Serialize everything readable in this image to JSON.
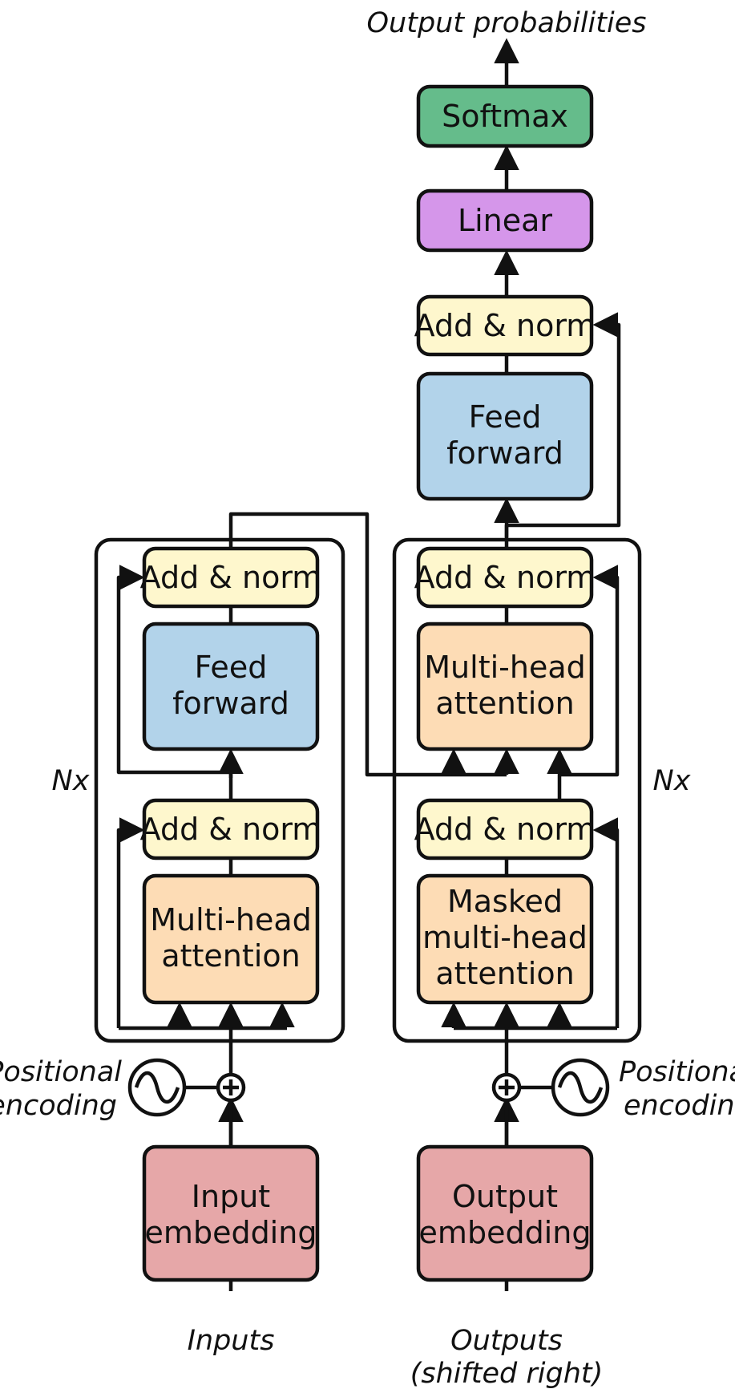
{
  "labels": {
    "output_probabilities": "Output probabilities",
    "inputs": "Inputs",
    "outputs_line1": "Outputs",
    "outputs_line2": "(shifted right)",
    "nx_left": "Nx",
    "nx_right": "Nx",
    "pos_enc_left_line1": "Positional",
    "pos_enc_left_line2": "encoding",
    "pos_enc_right_line1": "Positional",
    "pos_enc_right_line2": "encoding"
  },
  "encoder": {
    "input_embedding": [
      "Input",
      "embedding"
    ],
    "attention": [
      "Multi-head",
      "attention"
    ],
    "add_norm_1": "Add & norm",
    "feed_forward": [
      "Feed",
      "forward"
    ],
    "add_norm_2": "Add & norm"
  },
  "decoder": {
    "output_embedding": [
      "Output",
      "embedding"
    ],
    "masked_attention": [
      "Masked",
      "multi-head",
      "attention"
    ],
    "add_norm_1": "Add & norm",
    "cross_attention": [
      "Multi-head",
      "attention"
    ],
    "add_norm_2": "Add & norm",
    "feed_forward": [
      "Feed",
      "forward"
    ],
    "add_norm_3": "Add & norm",
    "linear": "Linear",
    "softmax": "Softmax"
  },
  "colors": {
    "embedding": "#e6a7a8",
    "attention": "#fddcb5",
    "add_norm": "#fef7cd",
    "feed_forward": "#b2d3ea",
    "linear": "#d596ea",
    "softmax": "#65bc8b",
    "stroke": "#111111"
  }
}
